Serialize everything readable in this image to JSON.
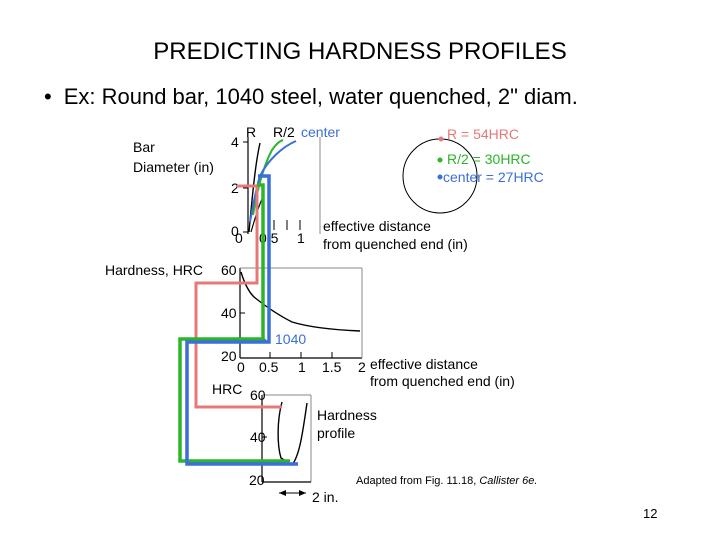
{
  "slide": {
    "title": "PREDICTING HARDNESS PROFILES",
    "bullet": "•",
    "subtitle": "Ex:  Round bar, 1040 steel, water quenched, 2\" diam.",
    "caption_prefix": "Adapted from Fig. 11.18, ",
    "caption_italic": "Callister 6e.",
    "page_number": "12"
  },
  "top_plot": {
    "ylabel_line1": "Bar",
    "ylabel_line2": "Diameter (in)",
    "y_ticks": [
      "4",
      "2",
      "0"
    ],
    "x_ticks": [
      "0",
      "0.5",
      "1"
    ],
    "xlabel_line1": "effective   distance",
    "xlabel_line2": "from quenched end (in)",
    "curve_labels": [
      "R",
      "R/2",
      "center"
    ]
  },
  "legend": {
    "surface": "R = 54HRC",
    "half_radius": "R/2 = 30HRC",
    "center": "center = 27HRC"
  },
  "jominy_plot": {
    "ylabel": "Hardness, HRC",
    "y_ticks": [
      "60",
      "40",
      "20"
    ],
    "x_ticks": [
      "0",
      "0.5",
      "1",
      "1.5",
      "2"
    ],
    "xlabel_line1": "effective   distance",
    "xlabel_line2": "from quenched end (in)",
    "curve_label": "1040"
  },
  "profile_plot": {
    "ylabel": "HRC",
    "y_ticks": [
      "60",
      "40",
      "20"
    ],
    "label_line1": "Hardness",
    "label_line2": "profile",
    "width_label": "2 in."
  },
  "colors": {
    "surface": "#e87878",
    "half_radius": "#2ab52a",
    "center": "#3a6fd6",
    "axis": "#000000",
    "frame": "#888888"
  }
}
